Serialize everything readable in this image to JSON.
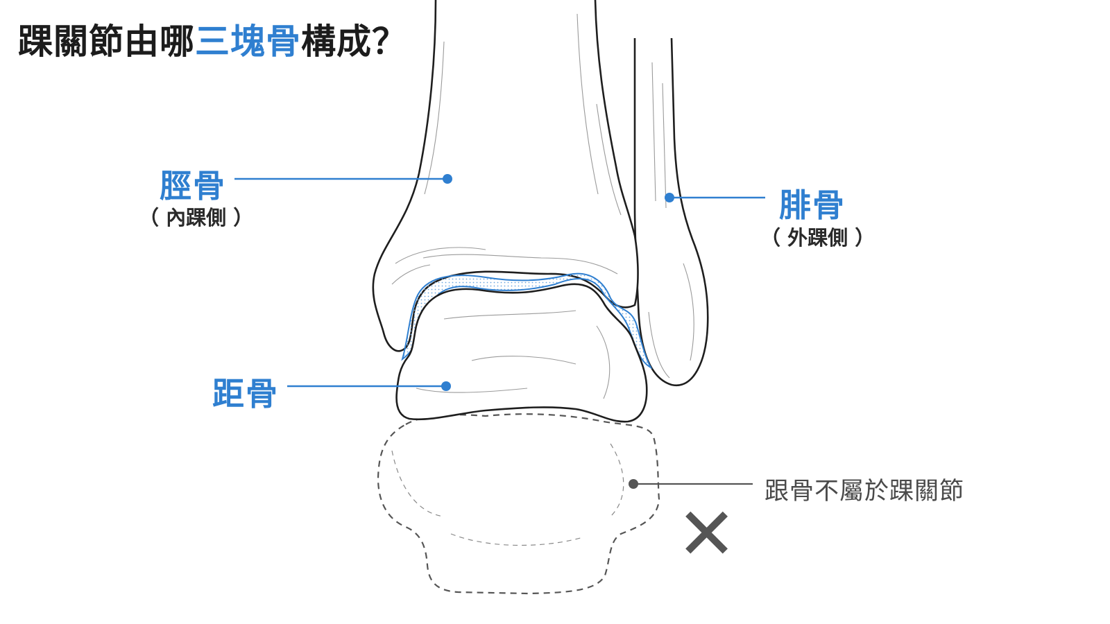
{
  "title": {
    "before": "踝關節由哪",
    "accent": "三塊骨",
    "after": "構成？"
  },
  "labels": {
    "tibia": {
      "name": "脛骨",
      "note": "（ 內踝側 ）"
    },
    "fibula": {
      "name": "腓骨",
      "note": "（ 外踝側 ）"
    },
    "talus": {
      "name": "距骨"
    },
    "calcaneus": {
      "note": "跟骨不屬於踝關節",
      "mark": "✕"
    }
  },
  "colors": {
    "accent": "#2f7fd0",
    "outline": "#1e1e1e",
    "muted": "#555555"
  }
}
